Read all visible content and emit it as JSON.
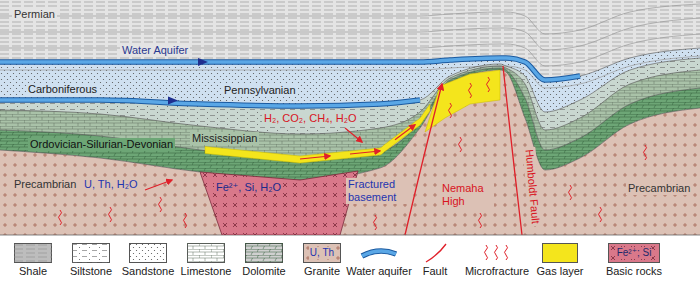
{
  "diagram": {
    "nodes": [
      {
        "text": [
          "Fe²⁺, Si, H₂O"
        ]
      }
    ],
    "labels": [
      "Permian",
      "Water Aquifer",
      "Carboniferous",
      "Pennsylvanian",
      "H₂, CO₂, CH₄, H₂O",
      "Mississippian",
      "Ordovician-Silurian-Devonian",
      "Precambrian",
      "U, Th, H₂O",
      "Fractured basement",
      "Nemaha High",
      "Humboldt Fault",
      "Precambrian",
      "U, Th",
      "Fe²⁺; Si"
    ],
    "legend": [
      {
        "text": "Shale",
        "color": "#bdbdbd"
      },
      {
        "text": "Siltstone",
        "color": "#ffffff"
      },
      {
        "text": "Sandstone",
        "color": "#ffffff"
      },
      {
        "text": "Limestone",
        "color": "#ffffff"
      },
      {
        "text": "Dolomite",
        "color": "#d0d0d0"
      },
      {
        "text": "Granite",
        "color": "#dcc1b5"
      },
      {
        "text": "Water aquifer"
      },
      {
        "text": "Fault"
      },
      {
        "text": "Microfracture"
      },
      {
        "text": "Gas layer",
        "color": "#f4e51c"
      },
      {
        "text": "Basic rocks",
        "color": "#d9788a"
      }
    ]
  }
}
